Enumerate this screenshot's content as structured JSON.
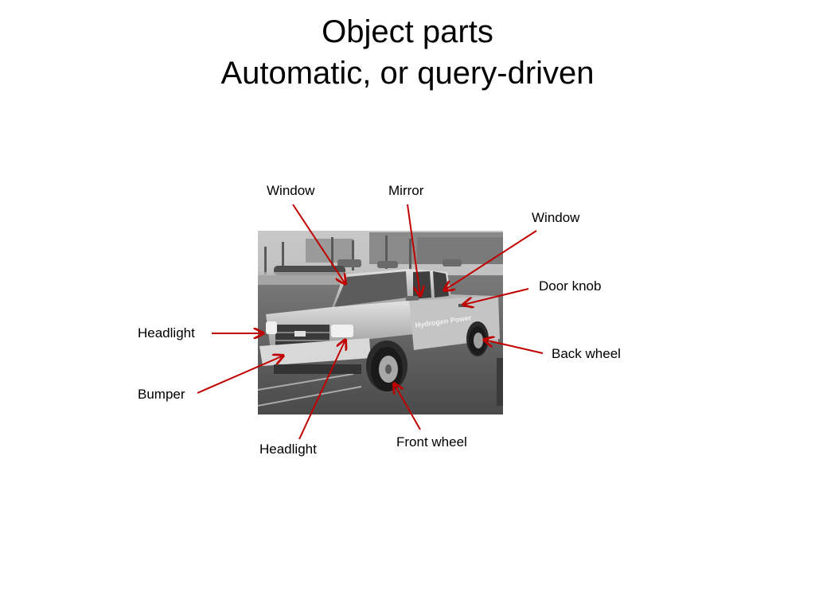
{
  "slide": {
    "title_line1": "Object parts",
    "title_line2": "Automatic, or query-driven"
  },
  "labels": {
    "window_left": "Window",
    "mirror": "Mirror",
    "window_right": "Window",
    "door_knob": "Door knob",
    "headlight_left": "Headlight",
    "back_wheel": "Back wheel",
    "bumper": "Bumper",
    "front_wheel": "Front wheel",
    "headlight_bottom": "Headlight"
  },
  "image": {
    "truck_text": "Hydrogen Power"
  },
  "colors": {
    "arrow": "#c00000"
  }
}
